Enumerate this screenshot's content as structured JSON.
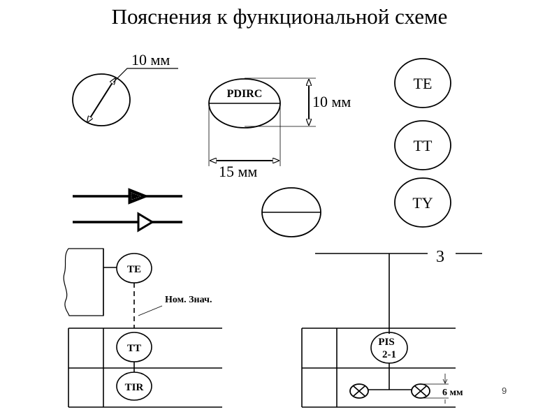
{
  "title": "Пояснения к функциональной схеме",
  "page_number": "9",
  "dimensions": {
    "circle_diameter": "10 мм",
    "ellipse_height": "10 мм",
    "ellipse_width": "15 мм",
    "lamp_spacing": "6 мм"
  },
  "symbols": {
    "split_ellipse_label": "PDIRC",
    "right_column": [
      "TE",
      "TT",
      "TY"
    ]
  },
  "left_scheme": {
    "sensor_label": "TE",
    "note_label": "Ном. Знач.",
    "transmitter_label": "TT",
    "recorder_label": "TIR"
  },
  "right_scheme": {
    "line_number": "3",
    "instrument_label_line1": "PIS",
    "instrument_label_line2": "2-1"
  }
}
